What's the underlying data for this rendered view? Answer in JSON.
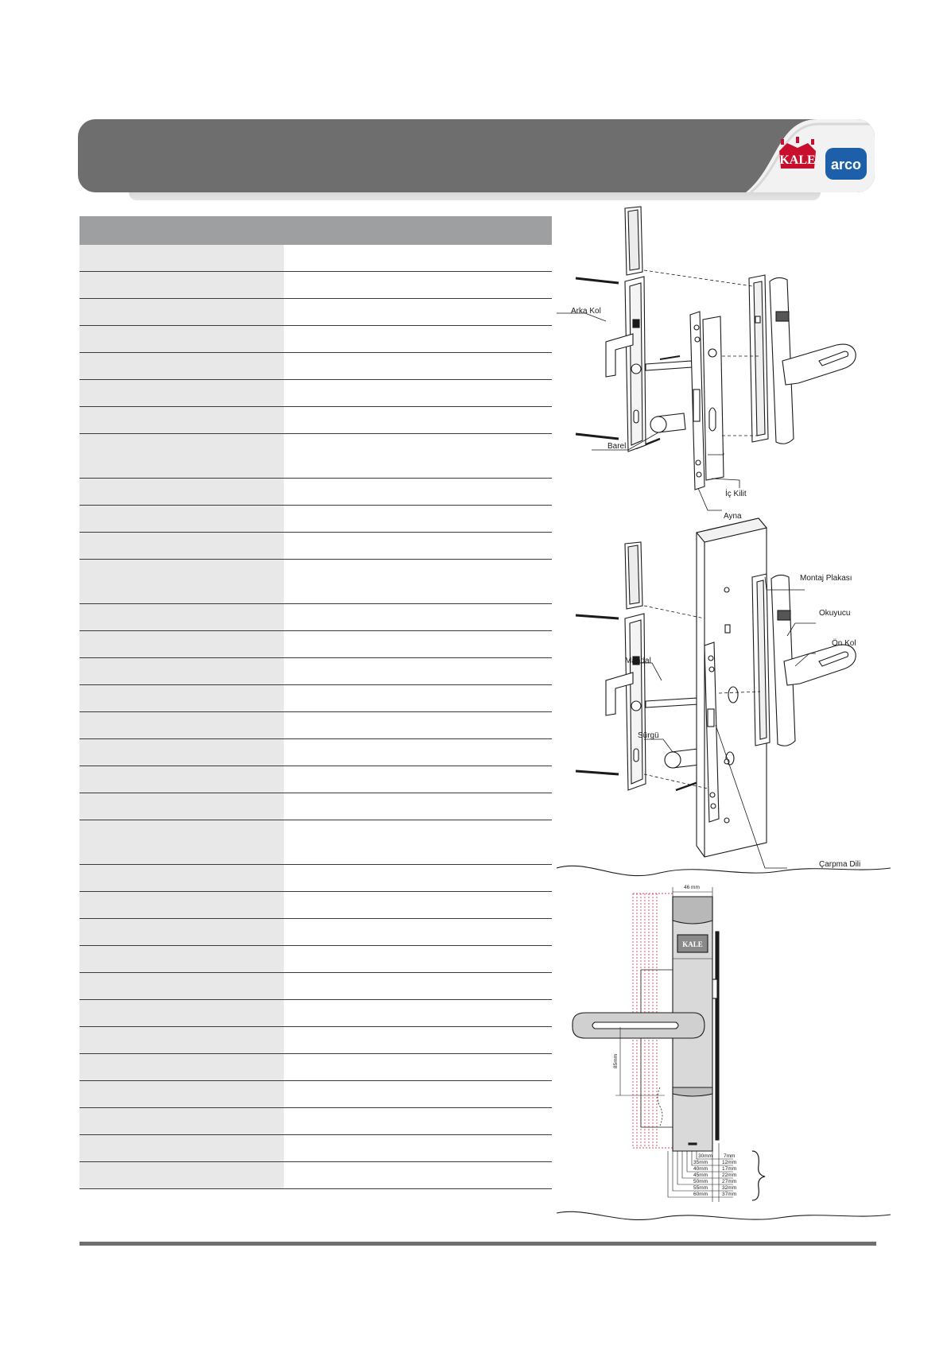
{
  "brand": {
    "kale_logo": "KALE",
    "arco_logo": "arco"
  },
  "diagram": {
    "top_labels": [
      "Arka Kol",
      "Barel",
      "İç Kilit",
      "Ayna"
    ],
    "mid_labels": [
      "Montaj Plakası",
      "Okuyucu",
      "Ön Kol",
      "Mandal",
      "Sürgü",
      "Çarpma Dili"
    ],
    "dims": {
      "width": "46 mm",
      "height": "85mm",
      "left_col": [
        "30mm",
        "35mm",
        "40mm",
        "45mm",
        "50mm",
        "55mm",
        "60mm"
      ],
      "right_col": [
        "7mm",
        "12mm",
        "17mm",
        "22mm",
        "27mm",
        "32mm",
        "37mm"
      ]
    }
  },
  "colors": {
    "banner": "#6e6e6e",
    "table_header": "#9d9fa0",
    "row_label_bg": "#e8e8e8",
    "accent_red": "#c8102e",
    "arco_blue": "#1d5fa8"
  }
}
